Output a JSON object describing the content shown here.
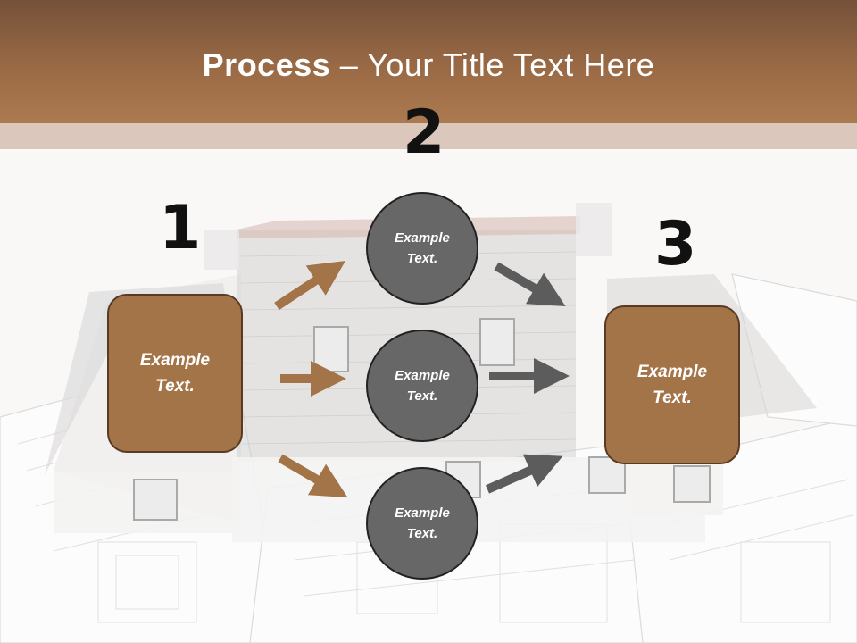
{
  "slide": {
    "title_bold": "Process",
    "title_rest": " – Your Title Text Here",
    "steps": [
      {
        "number": "1",
        "text_line1": "Example",
        "text_line2": "Text."
      },
      {
        "number": "2"
      },
      {
        "number": "3",
        "text_line1": "Example",
        "text_line2": "Text."
      }
    ],
    "circles": [
      {
        "text_line1": "Example",
        "text_line2": "Text."
      },
      {
        "text_line1": "Example",
        "text_line2": "Text."
      },
      {
        "text_line1": "Example",
        "text_line2": "Text."
      }
    ]
  },
  "colors": {
    "header": "#9a6a45",
    "strip": "#dcc7bc",
    "box_fill": "#a47449",
    "circle_fill": "#676767",
    "arrow_brown": "#a47449",
    "arrow_gray": "#5c5c5c"
  }
}
